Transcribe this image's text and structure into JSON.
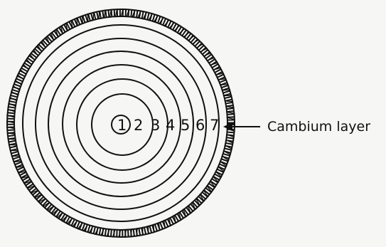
{
  "diagram": {
    "ring_labels": [
      "1",
      "2",
      "3",
      "4",
      "5",
      "6",
      "7"
    ],
    "callout_label": "Cambium layer",
    "colors": {
      "background": "#f6f6f4",
      "ink": "#111111"
    }
  }
}
